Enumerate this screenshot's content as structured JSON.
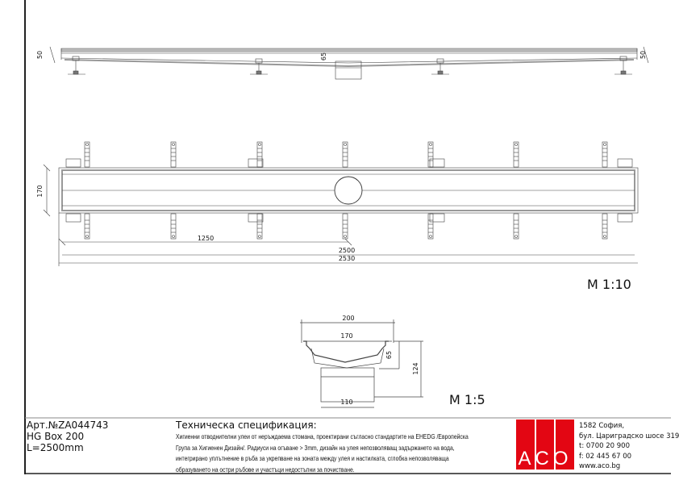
{
  "drawing": {
    "elevation_dims": {
      "left_height": "50",
      "outlet_height": "65",
      "right_height": "50"
    },
    "plan_dims": {
      "width": "170",
      "half_length": "1250",
      "length": "2500",
      "overall_length": "2530"
    },
    "scale_main": "M 1:10",
    "section_dims": {
      "overall_width": "200",
      "inner_width": "170",
      "depth": "65",
      "total_height": "124",
      "outlet_diameter": "110"
    },
    "scale_section": "M 1:5"
  },
  "title_block": {
    "article_no": "Арт.№ZA044743",
    "product": "HG Box 200",
    "length": "L=2500mm",
    "spec_title": "Техническа спецификация:",
    "spec_lines": [
      "Хигиенни отводнителни улеи от неръждаема стомана, проектирани съгласно стандартите на EHEDG /Европейска",
      "Група за Хигиенен Дизайн/. Радиуси на огъване > 3mm, дизайн на улея непозволяващ задържането на вода,",
      "интегрирано уплътнение в ръба за укрепване на зоната между улея и настилката, сглобка непозволяваща",
      "образуването на остри ръбове и участъци недостъпни за почистване."
    ],
    "logo_text": "ACO",
    "brand_color": "#e30613",
    "address": [
      "1582 София,",
      "бул. Цариградско шосе 319",
      "t: 0700 20 900",
      "f: 02 445 67 00",
      "www.aco.bg"
    ]
  }
}
